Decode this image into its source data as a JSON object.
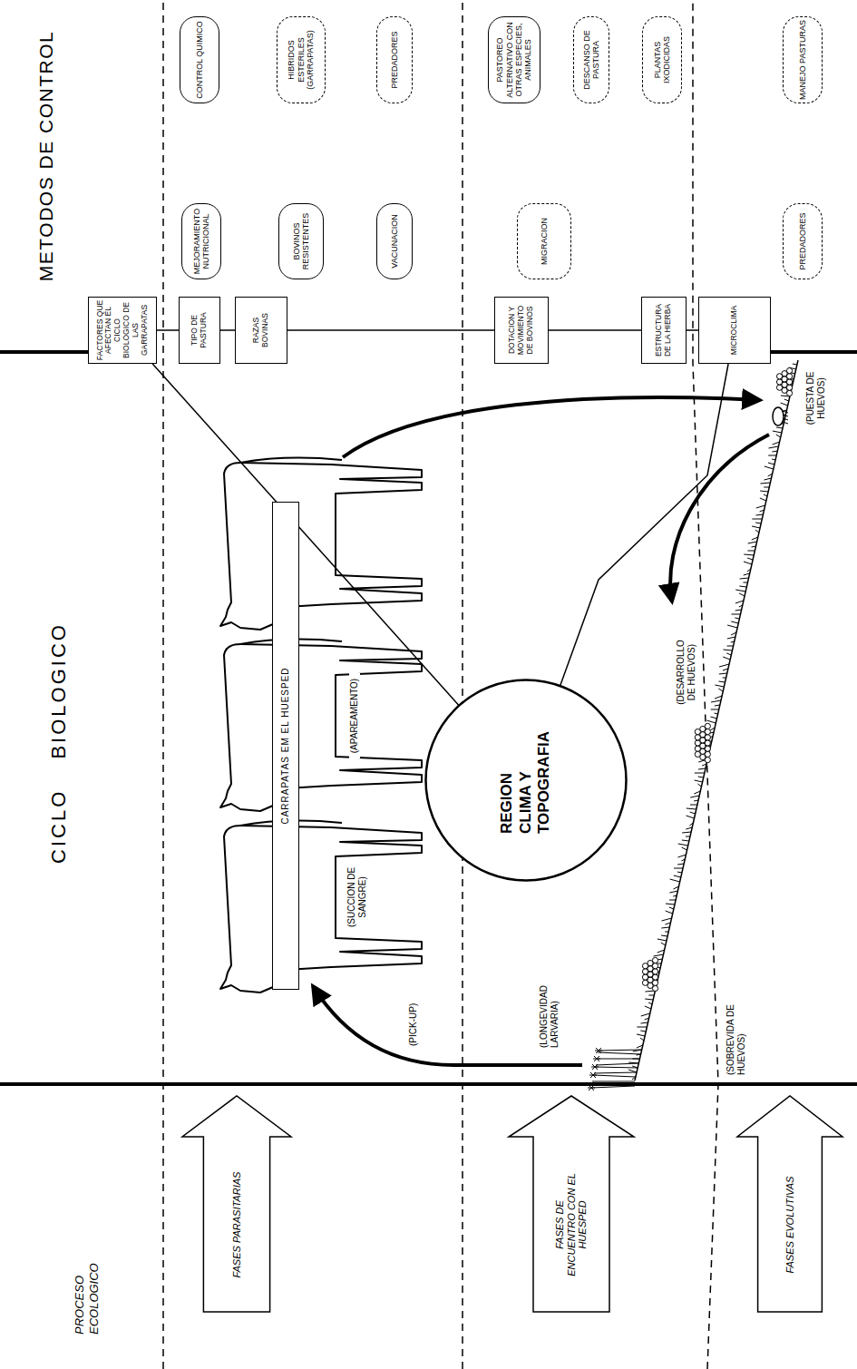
{
  "diagram": {
    "nodes": [
      {
        "text": [
          "FASES PARASITARIAS"
        ]
      },
      {
        "text": [
          "FASES DE ENCUENTRO CON EL HUESPED"
        ]
      },
      {
        "text": [
          "FASES EVOLUTIVAS"
        ]
      },
      {
        "text": [
          "CARRAPATAS EM EL HUESPED"
        ]
      },
      {
        "text": [
          "REGION CLIMA Y TOPOGRAFIA"
        ]
      },
      {
        "text": [
          "FACTORES QUE AFECTAN EL CICLO BIOLOGICO DE LAS GARRAPATAS"
        ]
      },
      {
        "text": [
          "TIPO DE PASTURA"
        ]
      },
      {
        "text": [
          "RAZAS BOVINAS"
        ]
      },
      {
        "text": [
          "DOTACION Y MOVIMIENTO DE BOVINOS"
        ]
      },
      {
        "text": [
          "ESTRUCTURA DE LA HIERBA"
        ]
      },
      {
        "text": [
          "MICROCLIMA"
        ]
      },
      {
        "text": [
          "MEJORAMIENTO NUTRICIONAL"
        ]
      },
      {
        "text": [
          "BOVINOS RESISTENTES"
        ]
      },
      {
        "text": [
          "VACUNACION"
        ]
      },
      {
        "text": [
          "MIGRACION"
        ]
      },
      {
        "text": [
          "PREDADORES"
        ]
      },
      {
        "text": [
          "CONTROL QUIMICO"
        ]
      },
      {
        "text": [
          "HIBRIDOS ESTERILES (GARRAPATAS)"
        ]
      },
      {
        "text": [
          "PREDADORES"
        ]
      },
      {
        "text": [
          "PASTOREO ALTERNATIVO CON OTRAS ESPECIES, ANIMALES"
        ]
      },
      {
        "text": [
          "DESCANSO DE PASTURA"
        ]
      },
      {
        "text": [
          "PLANTAS IXODICIDAS"
        ]
      },
      {
        "text": [
          "MANEJO PASTURAS"
        ]
      }
    ],
    "edges": [
      {
        "from": 5,
        "to": 6,
        "arrow": "none"
      },
      {
        "from": 6,
        "to": 7,
        "arrow": "none"
      },
      {
        "from": 7,
        "to": 8,
        "arrow": "none"
      },
      {
        "from": 8,
        "to": 9,
        "arrow": "none"
      },
      {
        "from": 9,
        "to": 10,
        "arrow": "none"
      },
      {
        "from": 5,
        "to": 4,
        "arrow": "none"
      },
      {
        "from": 10,
        "to": 4,
        "arrow": "none"
      }
    ],
    "labels": [
      "PROCESO ECOLOGICO",
      "CICLO BIOLOGICO",
      "METODOS DE CONTROL",
      "(SUCCION DE SANGRE)",
      "(APAREAMENTO)",
      "(PICK-UP)",
      "(LONGEVIDAD LARVARIA)",
      "(SOBREVIDA DE HUEVOS)",
      "(DESARROLLO DE HUEVOS)",
      "(PUESTA DE HUEVOS)"
    ]
  }
}
